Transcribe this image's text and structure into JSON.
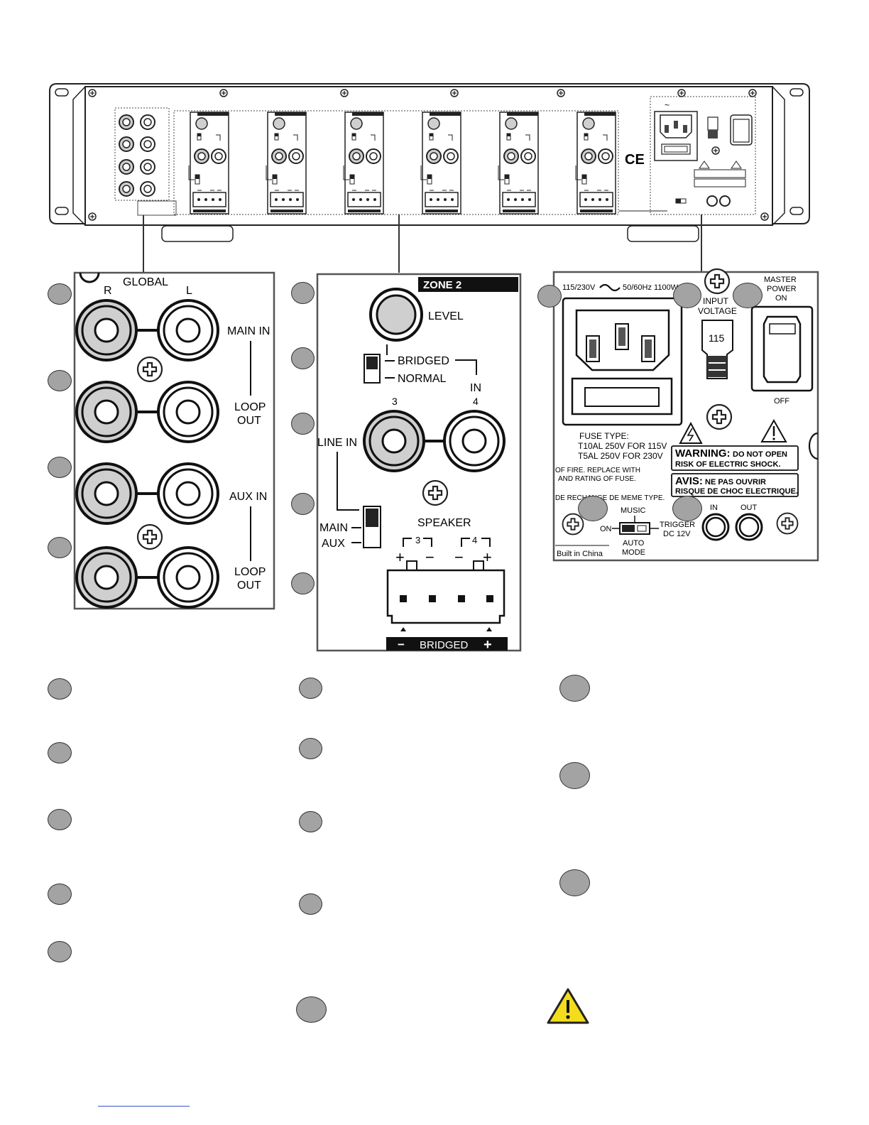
{
  "global_panel": {
    "title": "GLOBAL",
    "right_label": "R",
    "left_label": "L",
    "main_in": "MAIN IN",
    "loop": "LOOP",
    "out": "OUT",
    "aux_in": "AUX IN",
    "loop2": "LOOP",
    "out2": "OUT"
  },
  "zone_panel": {
    "title": "ZONE 2",
    "level": "LEVEL",
    "bridged": "BRIDGED",
    "normal": "NORMAL",
    "in": "IN",
    "ch3": "3",
    "ch4": "4",
    "line_in": "LINE IN",
    "main": "MAIN",
    "aux": "AUX",
    "speaker": "SPEAKER",
    "sp3": "3",
    "sp4": "4",
    "plus": "+",
    "minus": "−",
    "bridged_bar": "BRIDGED",
    "bar_minus": "−",
    "bar_plus": "+"
  },
  "power_panel": {
    "rating": "115/230V",
    "freq": "50/60Hz 1100W",
    "input_voltage_1": "INPUT",
    "input_voltage_2": "VOLTAGE",
    "voltage_value": "115",
    "master_1": "MASTER",
    "master_2": "POWER",
    "master_3": "ON",
    "off": "OFF",
    "fuse_type": "FUSE TYPE:",
    "fuse_115": "T10AL 250V FOR 115V",
    "fuse_230": "T5AL 250V FOR 230V",
    "fire_1": "OF FIRE. REPLACE WITH",
    "fire_2": "AND RATING OF FUSE.",
    "remplace": "DE RECHANGE DE MEME TYPE.",
    "warning_bold": "WARNING:",
    "warning_rest": "DO NOT OPEN",
    "warning_2": "RISK OF ELECTRIC SHOCK.",
    "avis_bold": "AVIS:",
    "avis_rest": "NE PAS OUVRIR",
    "avis_2": "RISQUE DE CHOC ELECTRIQUE.",
    "music": "MUSIC",
    "on": "ON",
    "auto": "AUTO",
    "mode": "MODE",
    "trigger": "TRIGGER",
    "dc": "DC 12V",
    "trig_in": "IN",
    "trig_out": "OUT",
    "built": "Built in China"
  },
  "rack": {
    "ce_mark": "CE",
    "ac_symbol": "~"
  },
  "colors": {
    "callout_fill": "#a3a3a3",
    "panel_stroke": "#333333",
    "jack_fill": "#cfcfcf",
    "warning_yellow": "#f2dc1c",
    "link_line": "#3355cc"
  }
}
